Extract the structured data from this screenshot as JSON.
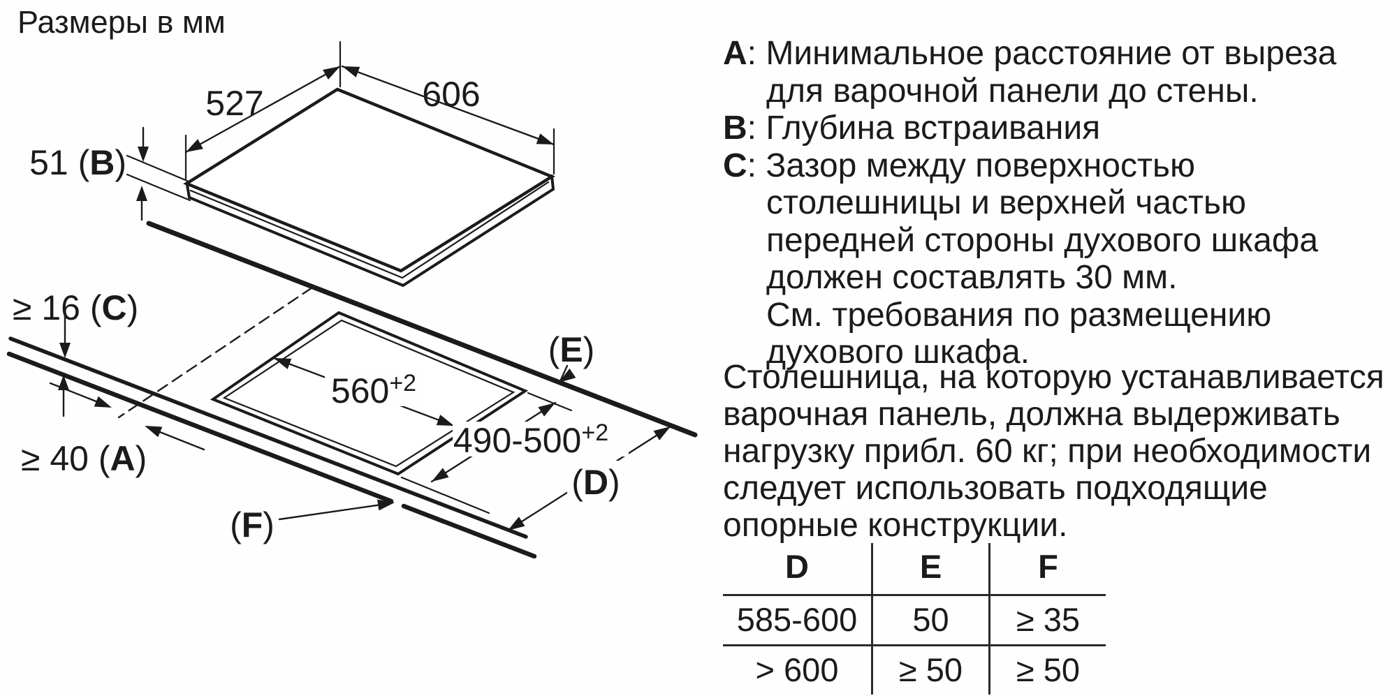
{
  "title": "Размеры в мм",
  "colors": {
    "ink": "#1b1b1b",
    "background": "#ffffff"
  },
  "diagram": {
    "dim_depth": "527",
    "dim_width": "606",
    "dim_height": {
      "pre": "51 (",
      "letter": "B",
      "post": ")"
    },
    "dim_gap_c": {
      "pre": "≥ 16 (",
      "letter": "C",
      "post": ")"
    },
    "dim_wall_a": {
      "pre": "≥ 40 (",
      "letter": "A",
      "post": ")"
    },
    "cutout_width": {
      "value": "560",
      "tolerance": "+2"
    },
    "cutout_depth": {
      "value": "490-500",
      "tolerance": "+2"
    },
    "label_e": {
      "pre": "(",
      "letter": "E",
      "post": ")"
    },
    "label_d": {
      "pre": "(",
      "letter": "D",
      "post": ")"
    },
    "label_f": {
      "pre": "(",
      "letter": "F",
      "post": ")"
    }
  },
  "definitions": {
    "lines": [
      {
        "prefix": "A",
        "sep": ": ",
        "text": "Минимальное расстояние от выреза"
      },
      {
        "prefix": "",
        "sep": "",
        "text": "для варочной панели до стены."
      },
      {
        "prefix": "B",
        "sep": ": ",
        "text": "Глубина встраивания"
      },
      {
        "prefix": "C",
        "sep": ": ",
        "text": "Зазор между поверхностью"
      },
      {
        "prefix": "",
        "sep": "",
        "text": "столешницы и верхней частью"
      },
      {
        "prefix": "",
        "sep": "",
        "text": "передней стороны духового шкафа"
      },
      {
        "prefix": "",
        "sep": "",
        "text": "должен составлять 30 мм."
      },
      {
        "prefix": "",
        "sep": "",
        "text": "См. требования по размещению"
      },
      {
        "prefix": "",
        "sep": "",
        "text": "духового шкафа."
      }
    ]
  },
  "paragraph": {
    "lines": [
      "Столешница, на которую устанавливается",
      "варочная панель, должна выдерживать",
      "нагрузку прибл. 60 кг; при необходимости",
      "следует использовать подходящие",
      "опорные конструкции."
    ]
  },
  "table": {
    "headers": [
      "D",
      "E",
      "F"
    ],
    "rows": [
      [
        "585-600",
        "50",
        "≥ 35"
      ],
      [
        "> 600",
        "≥ 50",
        "≥ 50"
      ]
    ]
  }
}
